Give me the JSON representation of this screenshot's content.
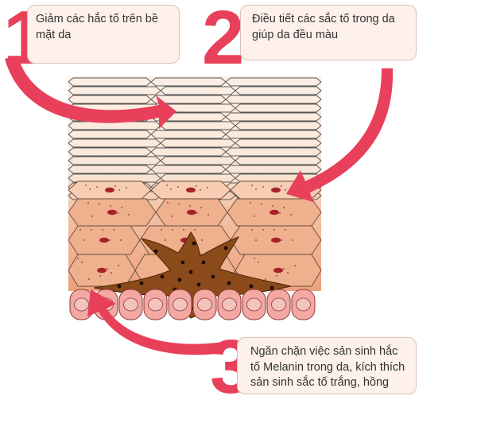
{
  "steps": [
    {
      "number": "1",
      "text": "Giảm các hắc tố trên bề mặt da"
    },
    {
      "number": "2",
      "text": "Điều tiết các sắc tố trong da giúp da đều màu"
    },
    {
      "number": "3",
      "text": "Ngăn chặn việc sản sinh hắc tố Melanin trong da, kích thích sản sinh sắc tố trắng, hồng"
    }
  ],
  "colors": {
    "accent": "#e8405a",
    "callout_bg": "#fdf1ea",
    "callout_border": "#d9c2b5",
    "outer_cell": "#fbeee4",
    "mid_cell": "#efb08e",
    "basal_cell": "#f4a8a2",
    "melanocyte": "#8a4a1a",
    "nucleus": "#a8202a"
  }
}
